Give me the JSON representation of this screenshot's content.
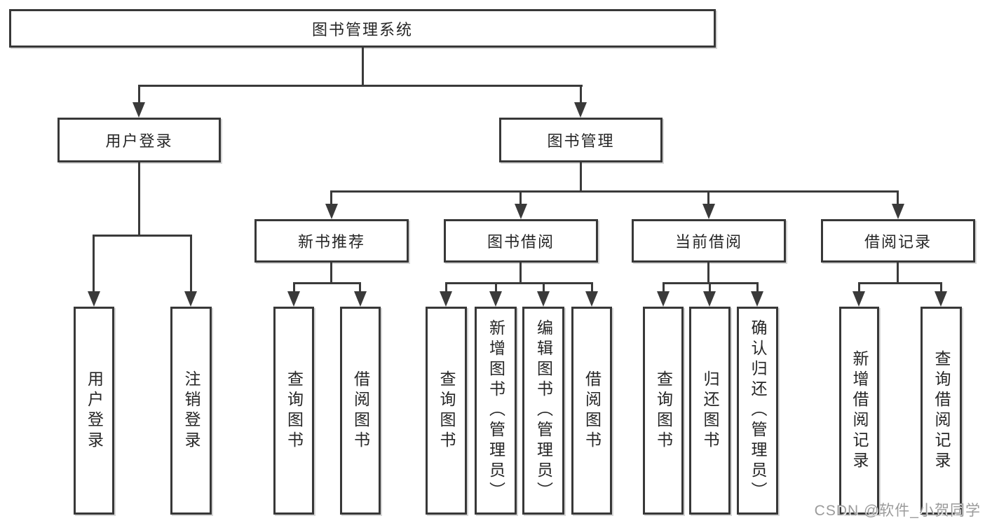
{
  "tree": {
    "root": {
      "label": "图书管理系统",
      "children": [
        {
          "label": "用户登录",
          "children": [
            {
              "label": "用户登录"
            },
            {
              "label": "注销登录"
            }
          ]
        },
        {
          "label": "图书管理",
          "children": [
            {
              "label": "新书推荐",
              "children": [
                {
                  "label": "查询图书"
                },
                {
                  "label": "借阅图书"
                }
              ]
            },
            {
              "label": "图书借阅",
              "children": [
                {
                  "label": "查询图书"
                },
                {
                  "label": "新增图书（管理员）"
                },
                {
                  "label": "编辑图书（管理员）"
                },
                {
                  "label": "借阅图书"
                }
              ]
            },
            {
              "label": "当前借阅",
              "children": [
                {
                  "label": "查询图书"
                },
                {
                  "label": "归还图书"
                },
                {
                  "label": "确认归还（管理员）"
                }
              ]
            },
            {
              "label": "借阅记录",
              "children": [
                {
                  "label": "新增借阅记录"
                },
                {
                  "label": "查询借阅记录"
                }
              ]
            }
          ]
        }
      ]
    }
  },
  "watermark": "CSDN @软件_小贺同学",
  "colors": {
    "line": "#3a3a3a",
    "box_border": "#383838",
    "text": "#262626",
    "watermark": "#9b9b9b",
    "background": "#ffffff"
  }
}
